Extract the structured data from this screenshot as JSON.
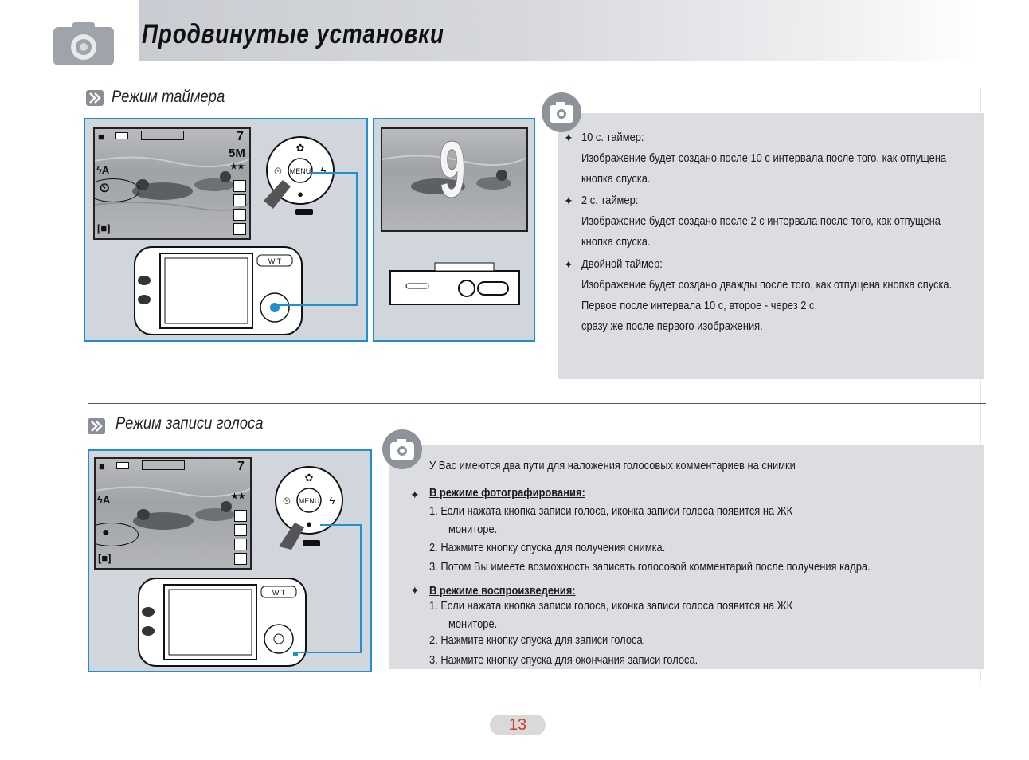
{
  "header": {
    "title": "Продвинутые установки"
  },
  "section_timer": {
    "title": "Режим таймера",
    "screen": {
      "shots": "7",
      "resolution": "5M",
      "quality": "★★"
    },
    "dpad": {
      "menu_label": "MENU"
    },
    "countdown_digit": "9",
    "items": [
      {
        "heading": "10 с. таймер:",
        "lines": [
          "Изображение будет создано после 10 с интервала после того, как отпущена",
          "кнопка спуска."
        ]
      },
      {
        "heading": "2 с. таймер:",
        "lines": [
          "Изображение будет создано после 2 с интервала после того, как отпущена",
          "кнопка спуска."
        ]
      },
      {
        "heading": "Двойной таймер:",
        "lines": [
          "Изображение будет создано дважды после того, как отпущена кнопка спуска.",
          "Первое после интервала 10 с, второе - через 2 с.",
          "сразу же после первого изображения."
        ]
      }
    ]
  },
  "section_voice": {
    "title": "Режим записи голоса",
    "screen": {
      "shots": "7",
      "quality": "★★"
    },
    "dpad": {
      "menu_label": "MENU"
    },
    "intro": "У Вас имеются два пути для наложения голосовых комментариев на снимки",
    "groups": [
      {
        "heading": "В режиме фотографирования:",
        "steps": [
          "1. Если нажата кнопка записи голоса, иконка записи голоса появится на ЖК",
          "мониторе.",
          "2. Нажмите кнопку спуска для получения снимка.",
          "3. Потом Вы имеете возможность записать голосовой комментарий после получения кадра."
        ]
      },
      {
        "heading": "В режиме воспроизведения:",
        "steps": [
          "1. Если нажата кнопка записи голоса, иконка записи голоса появится на ЖК",
          "мониторе.",
          "2. Нажмите кнопку спуска для записи голоса.",
          "3. Нажмите кнопку спуска для окончания записи голоса."
        ]
      }
    ]
  },
  "footer": {
    "page_number": "13"
  },
  "colors": {
    "accent_blue": "#1f8fd0",
    "page_number_red": "#d43a2a",
    "panel_grey": "#d1d5dc",
    "info_grey": "#dcdde0"
  }
}
